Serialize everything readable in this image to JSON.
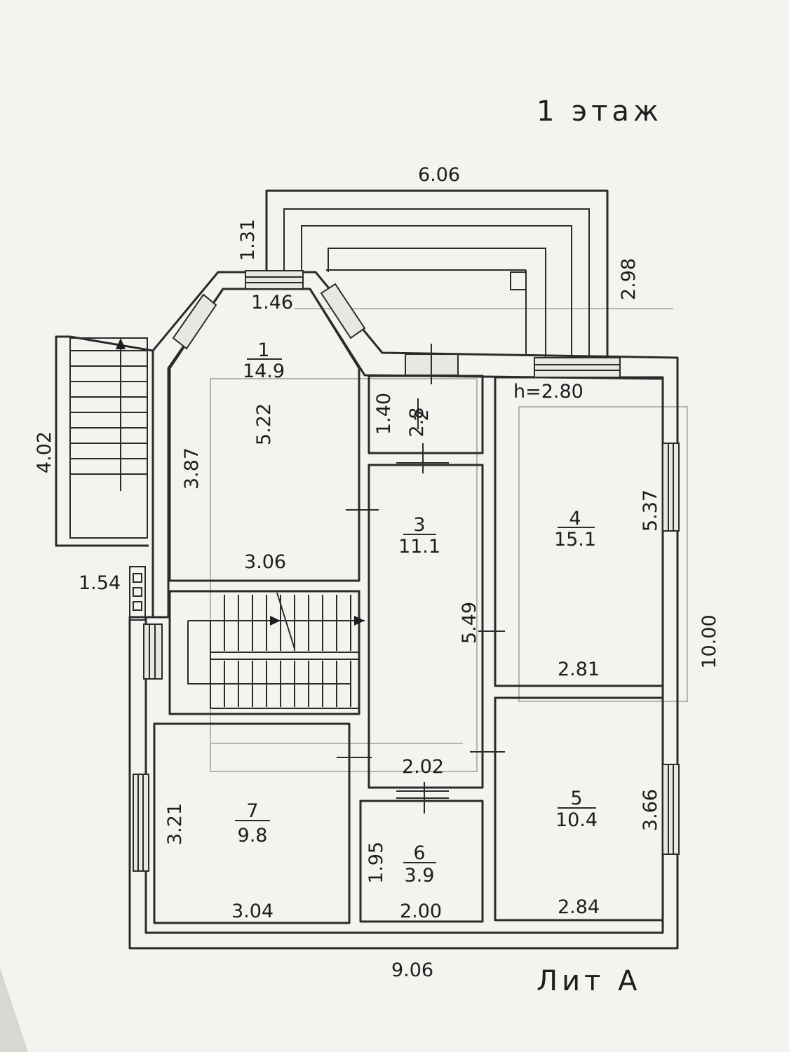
{
  "title": "1 этаж",
  "label_lit": "Лит А",
  "height_note": "h=2.80",
  "rooms": [
    {
      "num": "1",
      "area": "14.9"
    },
    {
      "num": "2",
      "area": "2.8"
    },
    {
      "num": "3",
      "area": "11.1"
    },
    {
      "num": "4",
      "area": "15.1"
    },
    {
      "num": "5",
      "area": "10.4"
    },
    {
      "num": "6",
      "area": "3.9"
    },
    {
      "num": "7",
      "area": "9.8"
    }
  ],
  "dimensions": {
    "terrace_width": "6.06",
    "terrace_depth": "2.98",
    "terrace_left": "1.31",
    "bay_width": "1.46",
    "room1_height": "5.22",
    "room1_side": "3.87",
    "room1_width": "3.06",
    "stair_length": "4.02",
    "stair_width": "1.54",
    "room2_height": "1.40",
    "room3_height": "5.49",
    "room3_width": "2.02",
    "room4_height": "5.37",
    "room4_width": "2.81",
    "building_depth": "10.00",
    "room5_height": "3.66",
    "room5_width": "2.84",
    "room6_height": "1.95",
    "room6_width": "2.00",
    "room7_height": "3.21",
    "room7_width": "3.04",
    "building_width": "9.06"
  }
}
